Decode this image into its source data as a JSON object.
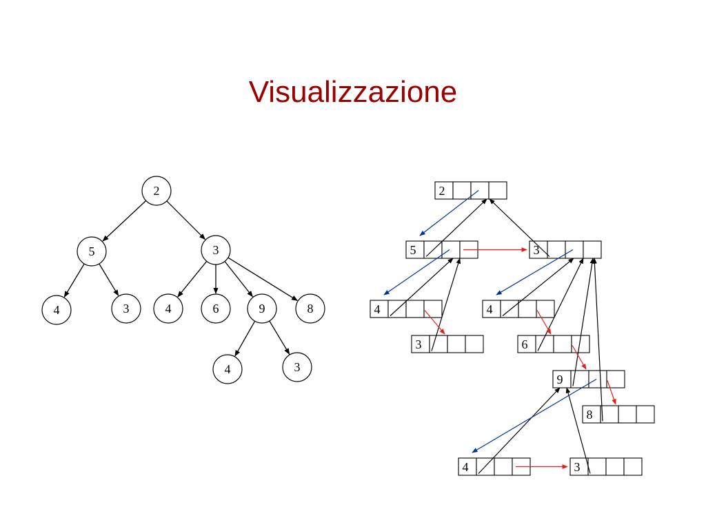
{
  "title": "Visualizzazione",
  "colors": {
    "title": "#990000",
    "edge": "#000000",
    "first_child_link": "#003399",
    "sibling_link": "#e0201c"
  },
  "tree": {
    "nodes": [
      {
        "id": "n2",
        "label": "2"
      },
      {
        "id": "n5",
        "label": "5"
      },
      {
        "id": "n3",
        "label": "3"
      },
      {
        "id": "n4a",
        "label": "4"
      },
      {
        "id": "n3a",
        "label": "3"
      },
      {
        "id": "n4b",
        "label": "4"
      },
      {
        "id": "n6",
        "label": "6"
      },
      {
        "id": "n9",
        "label": "9"
      },
      {
        "id": "n8",
        "label": "8"
      },
      {
        "id": "n4c",
        "label": "4"
      },
      {
        "id": "n3b",
        "label": "3"
      }
    ],
    "edges": [
      [
        "n2",
        "n5"
      ],
      [
        "n2",
        "n3"
      ],
      [
        "n5",
        "n4a"
      ],
      [
        "n5",
        "n3a"
      ],
      [
        "n3",
        "n4b"
      ],
      [
        "n3",
        "n6"
      ],
      [
        "n3",
        "n9"
      ],
      [
        "n3",
        "n8"
      ],
      [
        "n9",
        "n4c"
      ],
      [
        "n9",
        "n3b"
      ]
    ]
  },
  "records": {
    "nodes": [
      {
        "id": "r2",
        "label": "2"
      },
      {
        "id": "r5",
        "label": "5"
      },
      {
        "id": "r3",
        "label": "3"
      },
      {
        "id": "r4a",
        "label": "4"
      },
      {
        "id": "r3a",
        "label": "3"
      },
      {
        "id": "r4b",
        "label": "4"
      },
      {
        "id": "r6",
        "label": "6"
      },
      {
        "id": "r9",
        "label": "9"
      },
      {
        "id": "r8",
        "label": "8"
      },
      {
        "id": "r4c",
        "label": "4"
      },
      {
        "id": "r3b",
        "label": "3"
      }
    ],
    "first_child_links": [
      [
        "r2",
        "r5"
      ],
      [
        "r5",
        "r4a"
      ],
      [
        "r3",
        "r4b"
      ],
      [
        "r9",
        "r4c"
      ]
    ],
    "sibling_links": [
      [
        "r5",
        "r3"
      ],
      [
        "r4a",
        "r3a"
      ],
      [
        "r4b",
        "r6"
      ],
      [
        "r6",
        "r9"
      ],
      [
        "r9",
        "r8"
      ],
      [
        "r4c",
        "r3b"
      ]
    ],
    "parent_links": [
      [
        "r5",
        "r2"
      ],
      [
        "r3",
        "r2"
      ],
      [
        "r4a",
        "r5"
      ],
      [
        "r3a",
        "r5"
      ],
      [
        "r4b",
        "r3"
      ],
      [
        "r6",
        "r3"
      ],
      [
        "r9",
        "r3"
      ],
      [
        "r8",
        "r3"
      ],
      [
        "r4c",
        "r9"
      ],
      [
        "r3b",
        "r9"
      ]
    ]
  }
}
